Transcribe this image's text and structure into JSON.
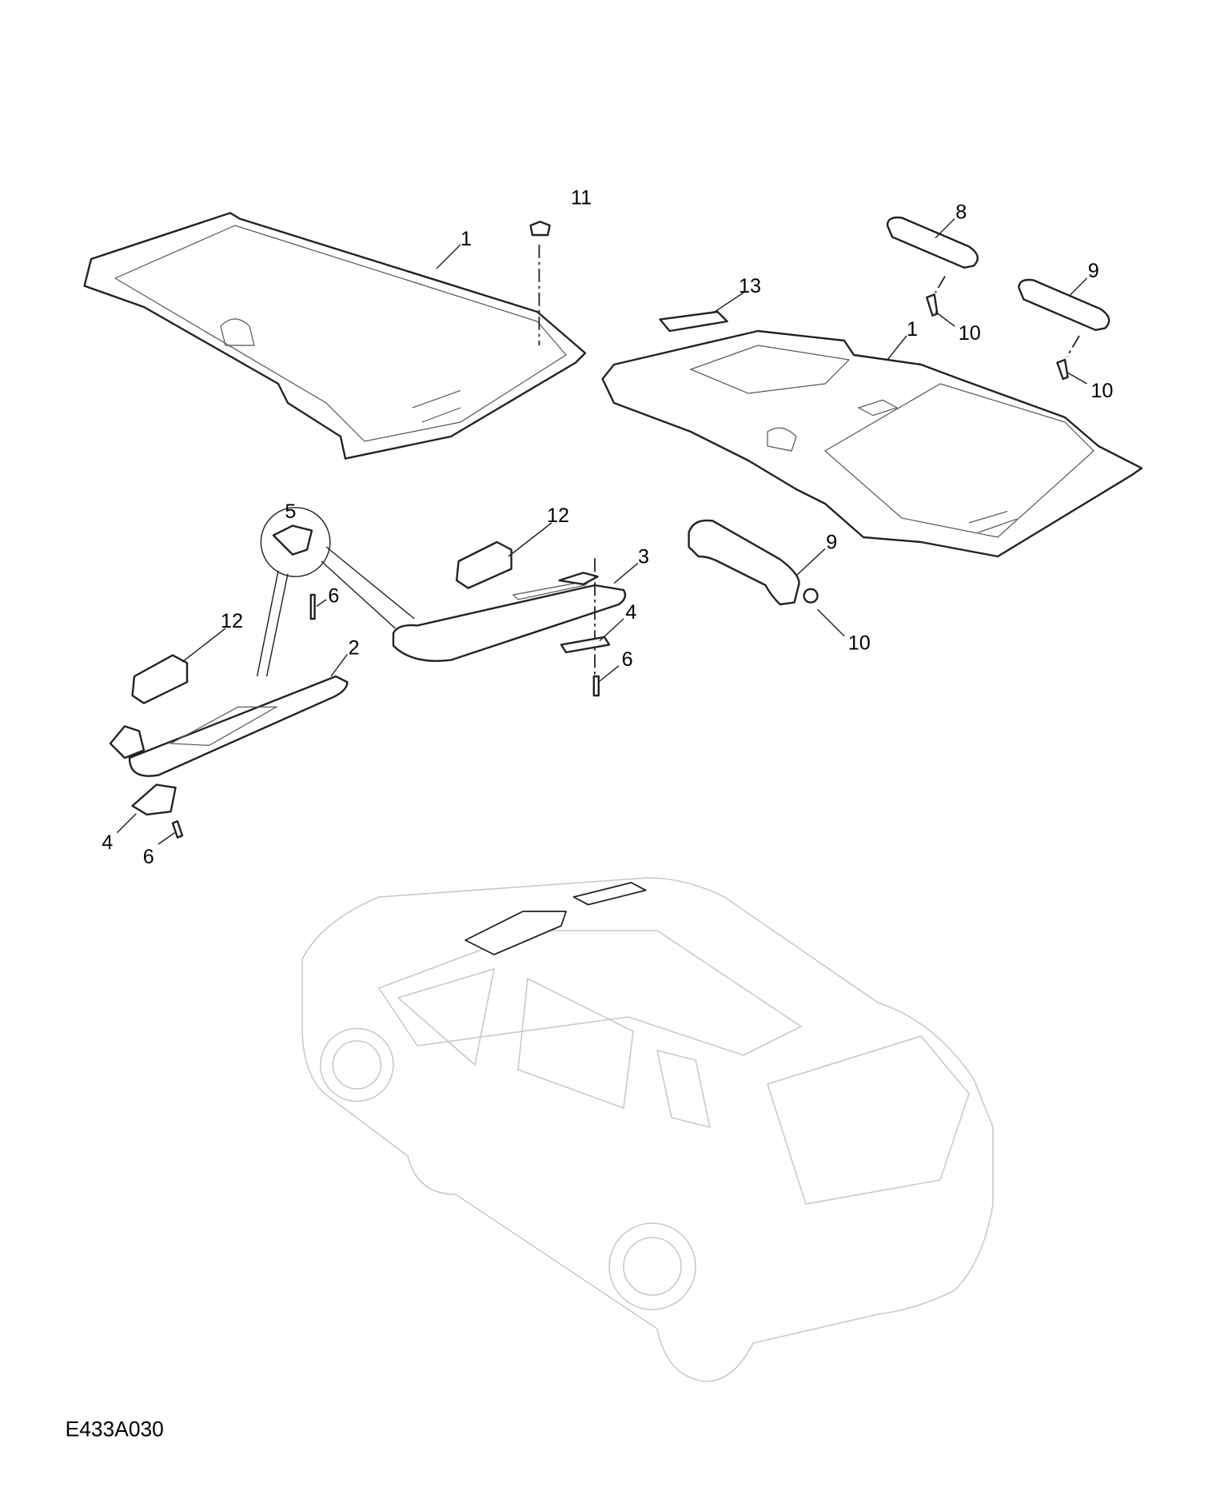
{
  "diagram": {
    "code": "E433A030",
    "callouts": {
      "c1a": "1",
      "c11": "11",
      "c8": "8",
      "c13": "13",
      "c9a": "9",
      "c1b": "1",
      "c10a": "10",
      "c10b": "10",
      "c5": "5",
      "c12a": "12",
      "c3": "3",
      "c9b": "9",
      "c6a": "6",
      "c4a": "4",
      "c12b": "12",
      "c10c": "10",
      "c2": "2",
      "c6b": "6",
      "c4b": "4",
      "c6c": "6"
    }
  }
}
